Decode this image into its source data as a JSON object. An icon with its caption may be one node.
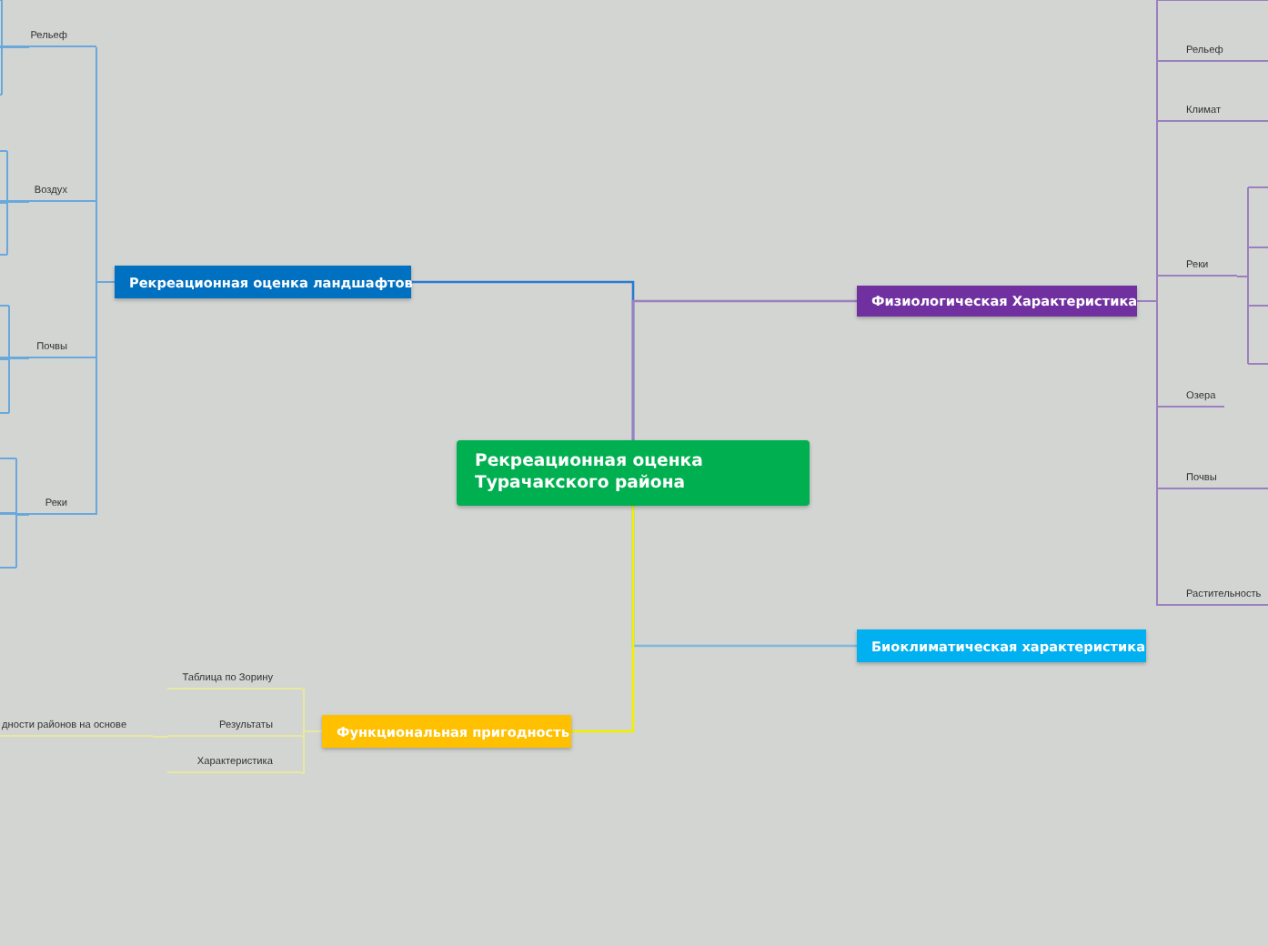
{
  "diagram": {
    "nodes": [
      {
        "text": [
          "Рекреационная оценка Турачакского района"
        ]
      },
      {
        "text": [
          "Рекреационная оценка ландшафтов"
        ]
      },
      {
        "text": [
          "Физиологическая Характеристика"
        ]
      },
      {
        "text": [
          "Биоклиматическая характеристика"
        ]
      },
      {
        "text": [
          "Функциональная пригодность"
        ]
      },
      {
        "text": [
          "Рельеф"
        ]
      },
      {
        "text": [
          "Воздух"
        ]
      },
      {
        "text": [
          "Почвы"
        ]
      },
      {
        "text": [
          "Реки"
        ]
      },
      {
        "text": [
          "Рельеф"
        ]
      },
      {
        "text": [
          "Климат"
        ]
      },
      {
        "text": [
          "Реки"
        ]
      },
      {
        "text": [
          "Озера"
        ]
      },
      {
        "text": [
          "Почвы"
        ]
      },
      {
        "text": [
          "Растительность"
        ]
      },
      {
        "text": [
          "Таблица по Зорину"
        ]
      },
      {
        "text": [
          "Результаты"
        ]
      },
      {
        "text": [
          "Характеристика"
        ]
      },
      {
        "text": [
          "дности районов на основе"
        ]
      }
    ],
    "edges": [
      {
        "from": 0,
        "to": 1,
        "arrow": "none",
        "color": "#2a7bd0"
      },
      {
        "from": 0,
        "to": 2,
        "arrow": "none"
      },
      {
        "from": 0,
        "to": 3,
        "arrow": "none",
        "color": "#7fb8dc"
      },
      {
        "from": 0,
        "to": 4,
        "arrow": "none",
        "color": "#f0f000"
      },
      {
        "from": 1,
        "to": 5,
        "arrow": "none",
        "color": "#6aa8dc"
      },
      {
        "from": 1,
        "to": 6,
        "arrow": "none",
        "color": "#6aa8dc"
      },
      {
        "from": 1,
        "to": 7,
        "arrow": "none",
        "color": "#6aa8dc"
      },
      {
        "from": 1,
        "to": 8,
        "arrow": "none",
        "color": "#6aa8dc"
      },
      {
        "from": 2,
        "to": 9,
        "arrow": "none"
      },
      {
        "from": 2,
        "to": 10,
        "arrow": "none"
      },
      {
        "from": 2,
        "to": 11,
        "arrow": "none"
      },
      {
        "from": 2,
        "to": 12,
        "arrow": "none"
      },
      {
        "from": 2,
        "to": 13,
        "arrow": "none"
      },
      {
        "from": 2,
        "to": 14,
        "arrow": "none"
      },
      {
        "from": 4,
        "to": 15,
        "arrow": "none",
        "color": "#e8e8a0"
      },
      {
        "from": 4,
        "to": 16,
        "arrow": "none",
        "color": "#e8e8a0"
      },
      {
        "from": 4,
        "to": 17,
        "arrow": "none",
        "color": "#e8e8a0"
      },
      {
        "from": 16,
        "to": 18,
        "arrow": "none",
        "color": "#e8e8a0"
      }
    ]
  }
}
